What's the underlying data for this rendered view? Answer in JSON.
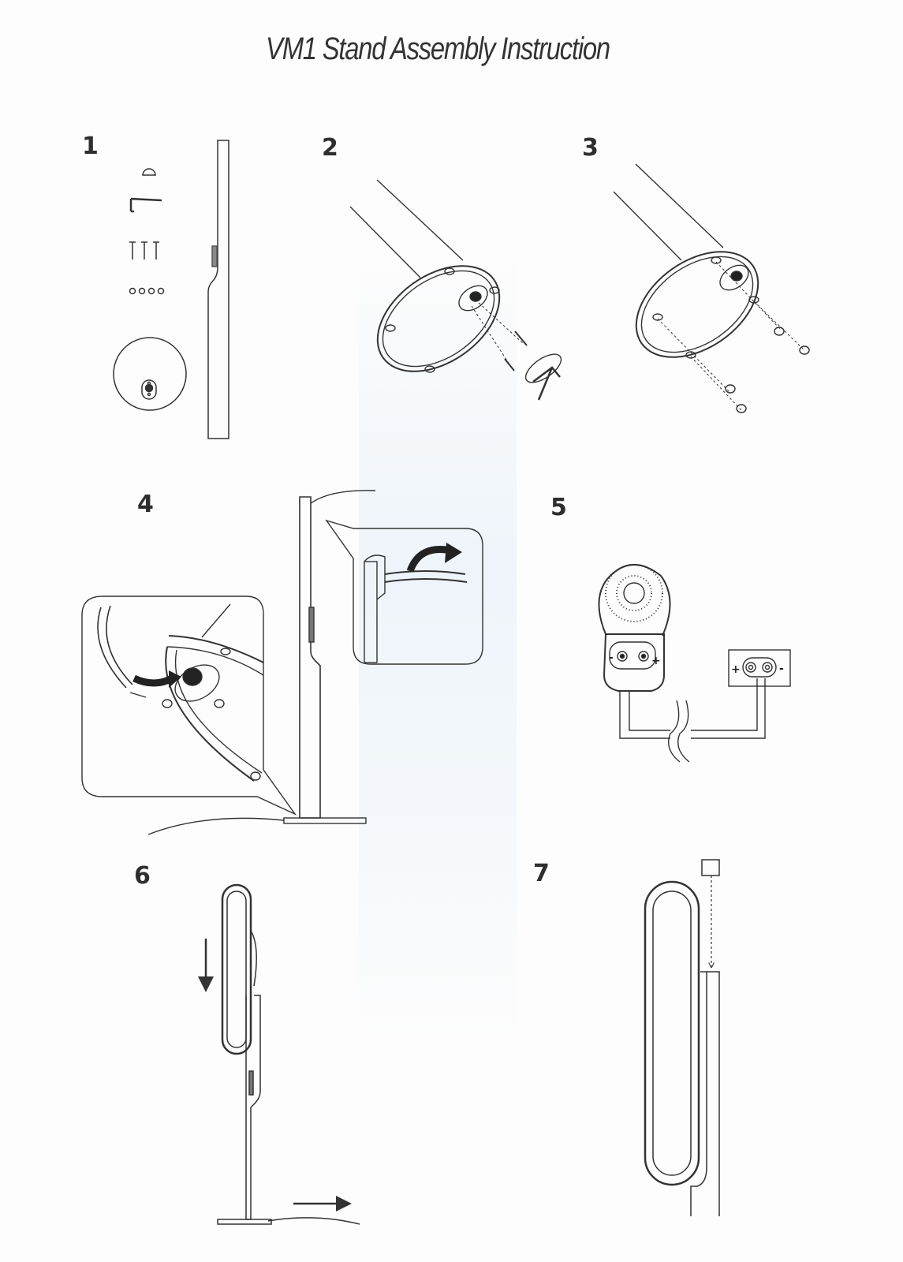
{
  "document": {
    "title": "VM1 Stand Assembly Instruction"
  },
  "steps": [
    {
      "number": "1"
    },
    {
      "number": "2"
    },
    {
      "number": "3"
    },
    {
      "number": "4"
    },
    {
      "number": "5"
    },
    {
      "number": "6"
    },
    {
      "number": "7"
    }
  ],
  "terminals": {
    "speaker_negative": "-",
    "speaker_positive": "+",
    "amp_positive": "+",
    "amp_negative": "-"
  }
}
